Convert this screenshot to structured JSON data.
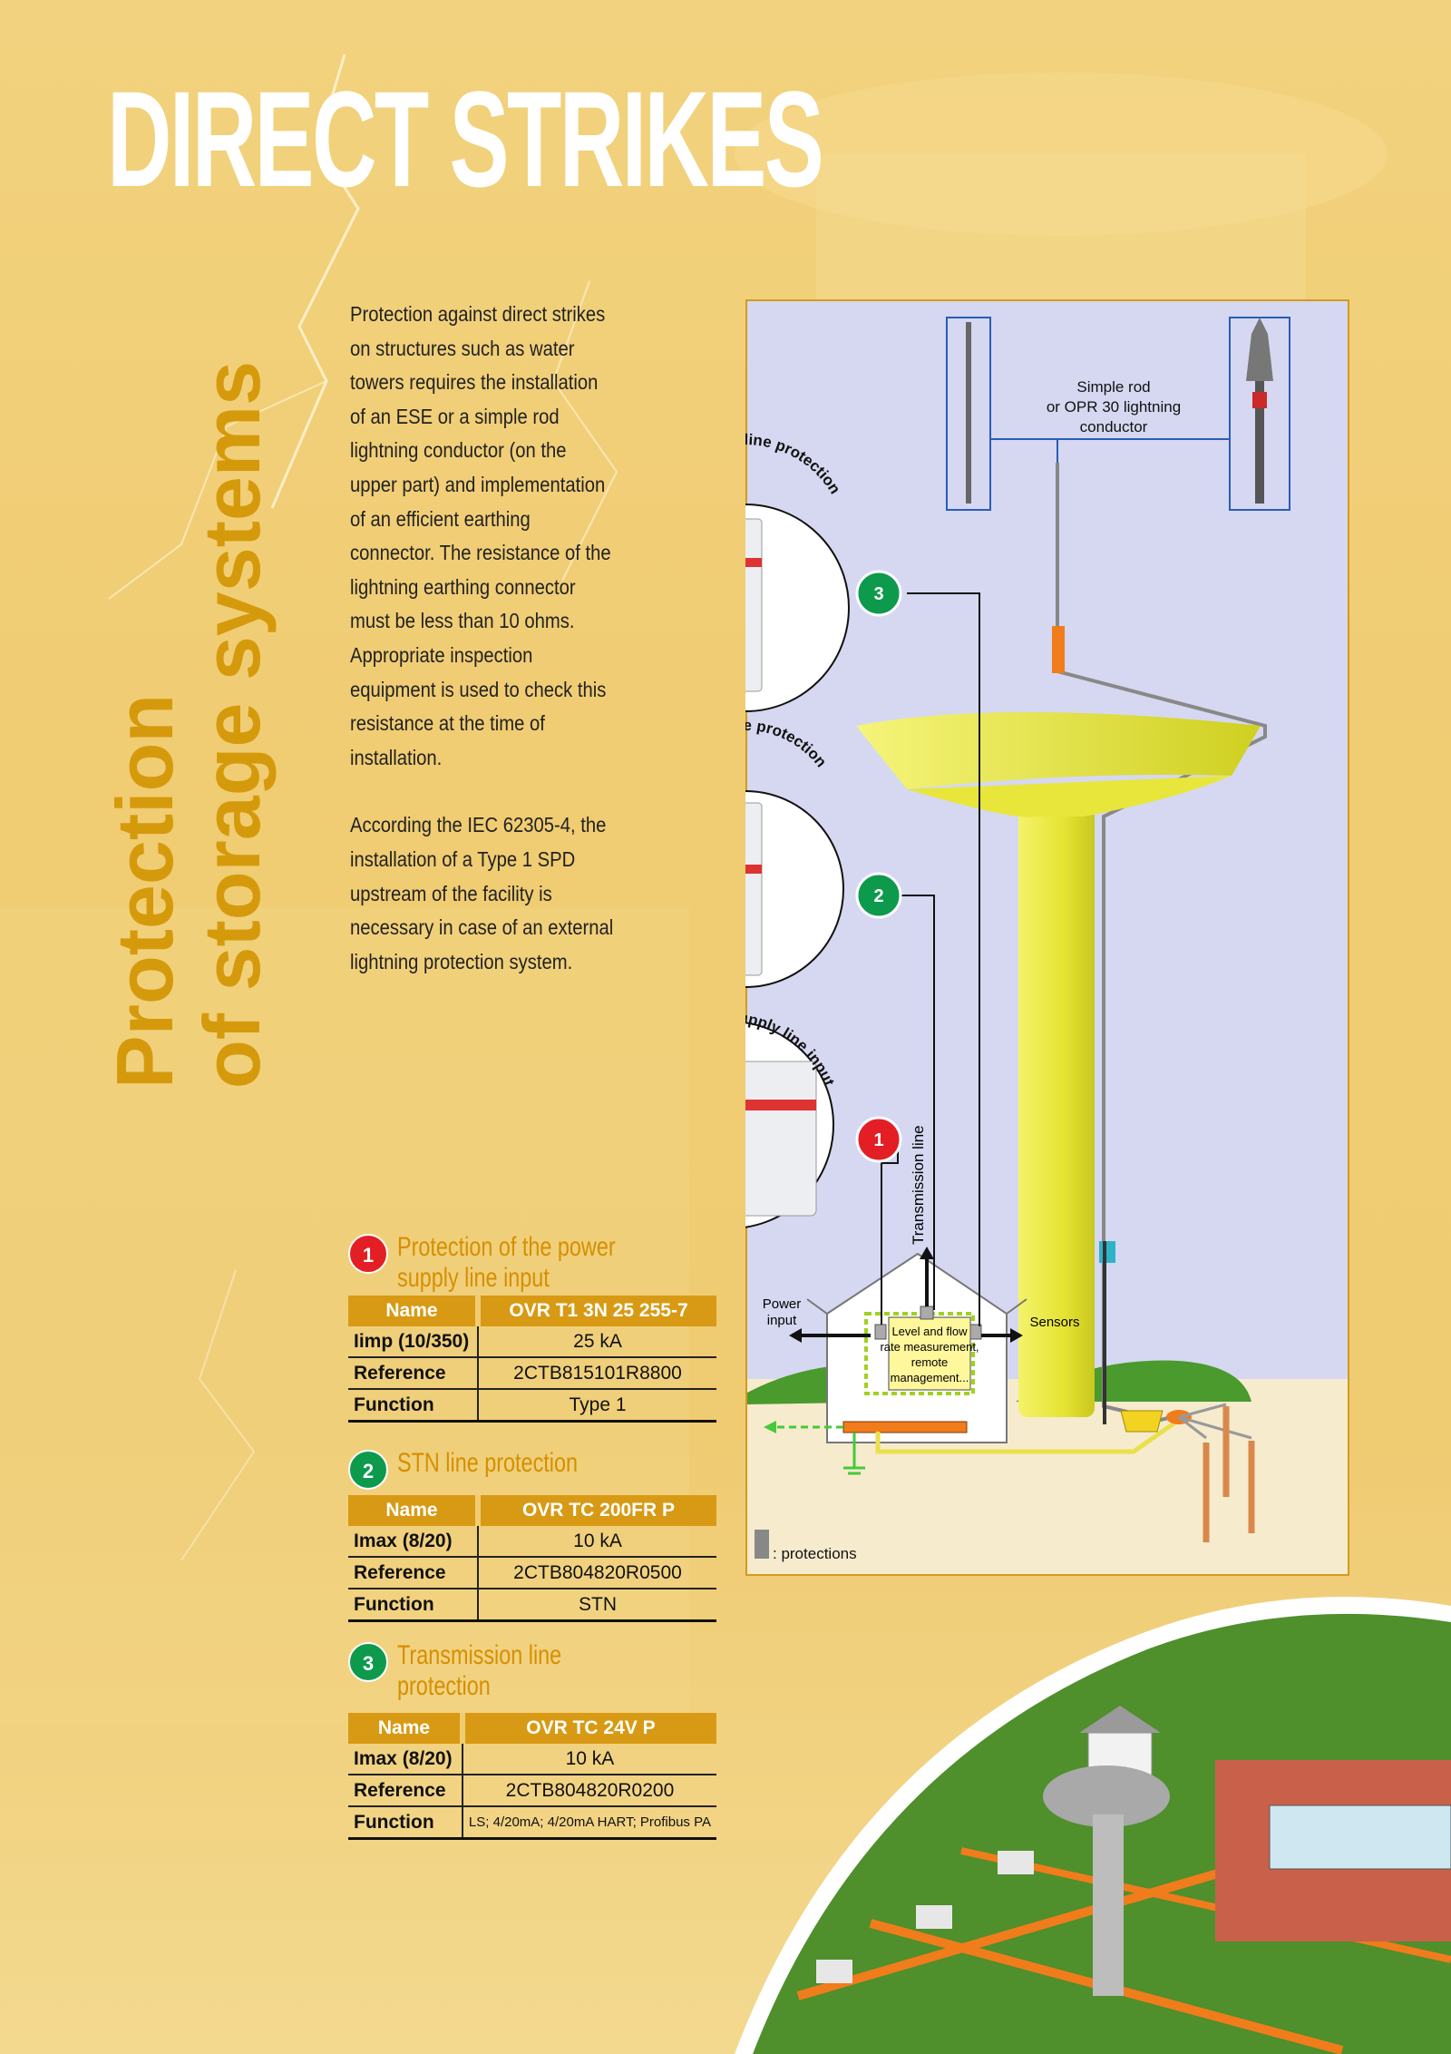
{
  "page": {
    "title": "DIRECT STRIKES",
    "side_title_line1": "Protection",
    "side_title_line2": "of storage systems"
  },
  "intro": {
    "paragraph1": "Protection against direct strikes on structures such as water towers requires the installation of an ESE or a simple rod lightning conductor (on the upper part) and implementation of an efficient earthing connector. The resistance of the lightning earthing connector must be less than 10 ohms. Appropriate inspection equipment is used to check this resistance at the time of installation.",
    "paragraph2": "According the IEC 62305-4, the installation of a Type 1 SPD upstream of the facility is necessary in case of an external lightning protection system."
  },
  "diagram": {
    "rod_label_line1": "Simple rod",
    "rod_label_line2": "or OPR 30 lightning",
    "rod_label_line3": "conductor",
    "circle3_label": "Transmission line protection",
    "circle2_label": "Telecom line protection",
    "circle1_label": "Protection of the power supply line input",
    "marker3": "3",
    "marker2": "2",
    "marker1": "1",
    "transmission_line": "Transmission line",
    "power_input_line1": "Power",
    "power_input_line2": "input",
    "sensors": "Sensors",
    "box_line1": "Level and flow",
    "box_line2": "rate measurement,",
    "box_line3": "remote",
    "box_line4": "management...",
    "legend": ": protections",
    "colors": {
      "panel": "#d5d8f0",
      "tower": "#e8e63a",
      "grass": "#4a9a2e",
      "ground": "#f6ebcd",
      "earth_cable": "#f2a93b"
    }
  },
  "specs": [
    {
      "number": "1",
      "title_line1": "Protection of the power",
      "title_line2": "supply line input",
      "header_name": "Name",
      "header_value": "OVR T1 3N 25 255-7",
      "rows": [
        {
          "label": "Iimp (10/350)",
          "value": "25 kA"
        },
        {
          "label": "Reference",
          "value": "2CTB815101R8800"
        },
        {
          "label": "Function",
          "value": "Type 1"
        }
      ]
    },
    {
      "number": "2",
      "title_line1": "STN line protection",
      "title_line2": "",
      "header_name": "Name",
      "header_value": "OVR TC 200FR P",
      "rows": [
        {
          "label": "Imax (8/20)",
          "value": "10 kA"
        },
        {
          "label": "Reference",
          "value": "2CTB804820R0500"
        },
        {
          "label": "Function",
          "value": "STN"
        }
      ]
    },
    {
      "number": "3",
      "title_line1": "Transmission line",
      "title_line2": "protection",
      "header_name": "Name",
      "header_value": "OVR TC 24V P",
      "rows": [
        {
          "label": "Imax (8/20)",
          "value": "10 kA"
        },
        {
          "label": "Reference",
          "value": "2CTB804820R0200"
        },
        {
          "label": "Function",
          "value": "LS; 4/20mA; 4/20mA HART; Profibus PA"
        }
      ]
    }
  ]
}
